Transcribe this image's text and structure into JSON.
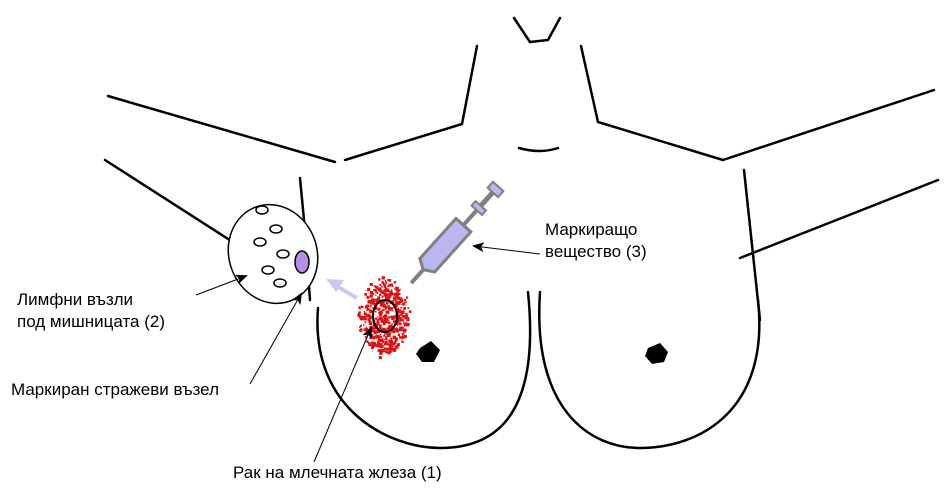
{
  "labels": {
    "dye_line1": "Маркиращо",
    "dye_line2": "вещество (3)",
    "nodes_line1": "Лимфни възли",
    "nodes_line2": "под мишницата (2)",
    "sentinel": "Маркиран стражеви възел",
    "cancer": "Рак на млечната жлеза (1)"
  },
  "colors": {
    "outline": "#000000",
    "tumor": "#e01010",
    "syringe_fill": "#b8b8ee",
    "syringe_stroke": "#808080",
    "sentinel_fill": "#b78de8",
    "flow_arrow": "#c8c8f0"
  }
}
